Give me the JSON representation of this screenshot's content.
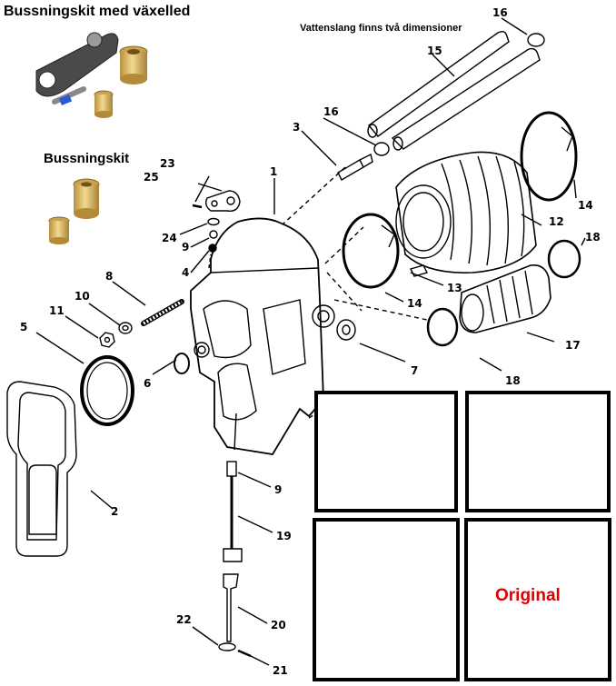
{
  "headings": {
    "kit_with_linkage": "Bussningskit med växelled",
    "kit": "Bussningskit",
    "water_hose": "Vattenslang finns två dimensioner"
  },
  "callouts": [
    "1",
    "2",
    "3",
    "4",
    "5",
    "6",
    "7",
    "8",
    "9",
    "9",
    "10",
    "11",
    "12",
    "13",
    "14",
    "14",
    "15",
    "16",
    "16",
    "17",
    "18",
    "18",
    "19",
    "20",
    "21",
    "22",
    "23",
    "24",
    "25"
  ],
  "badge": "Original",
  "colors": {
    "badge_text": "#e00000",
    "frame": "#000000",
    "brass": "#d9b865",
    "rubber": "#1e1e1e"
  }
}
